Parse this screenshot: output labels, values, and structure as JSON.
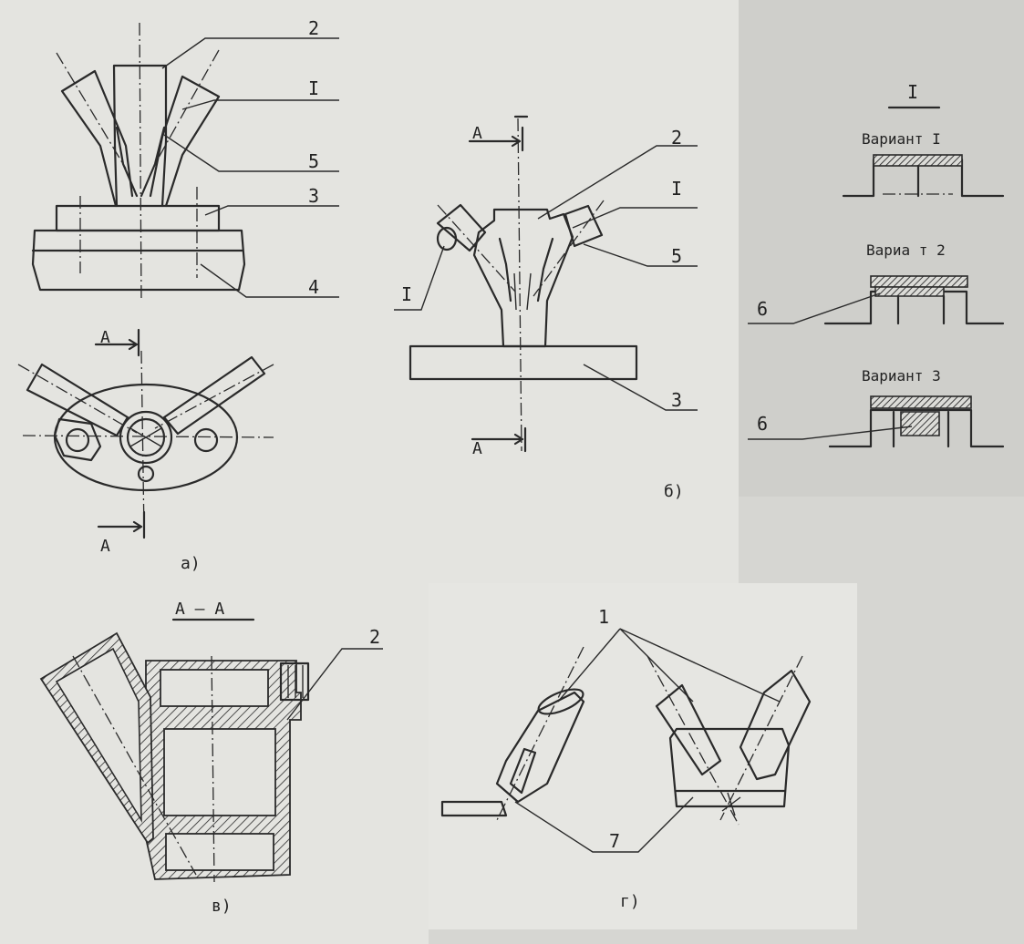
{
  "callouts": {
    "n1": "1",
    "n2": "2",
    "n3": "3",
    "n4": "4",
    "n5": "5",
    "n6": "6",
    "n7": "7",
    "roman1": "I"
  },
  "section": {
    "a": "A",
    "aa": "A – A"
  },
  "variants": {
    "header": "I",
    "v1": "Вариант I",
    "v2": "Вариа т 2",
    "v3": "Вариант 3"
  },
  "captions": {
    "a": "а)",
    "b": "б)",
    "v": "в)",
    "g": "г)"
  }
}
